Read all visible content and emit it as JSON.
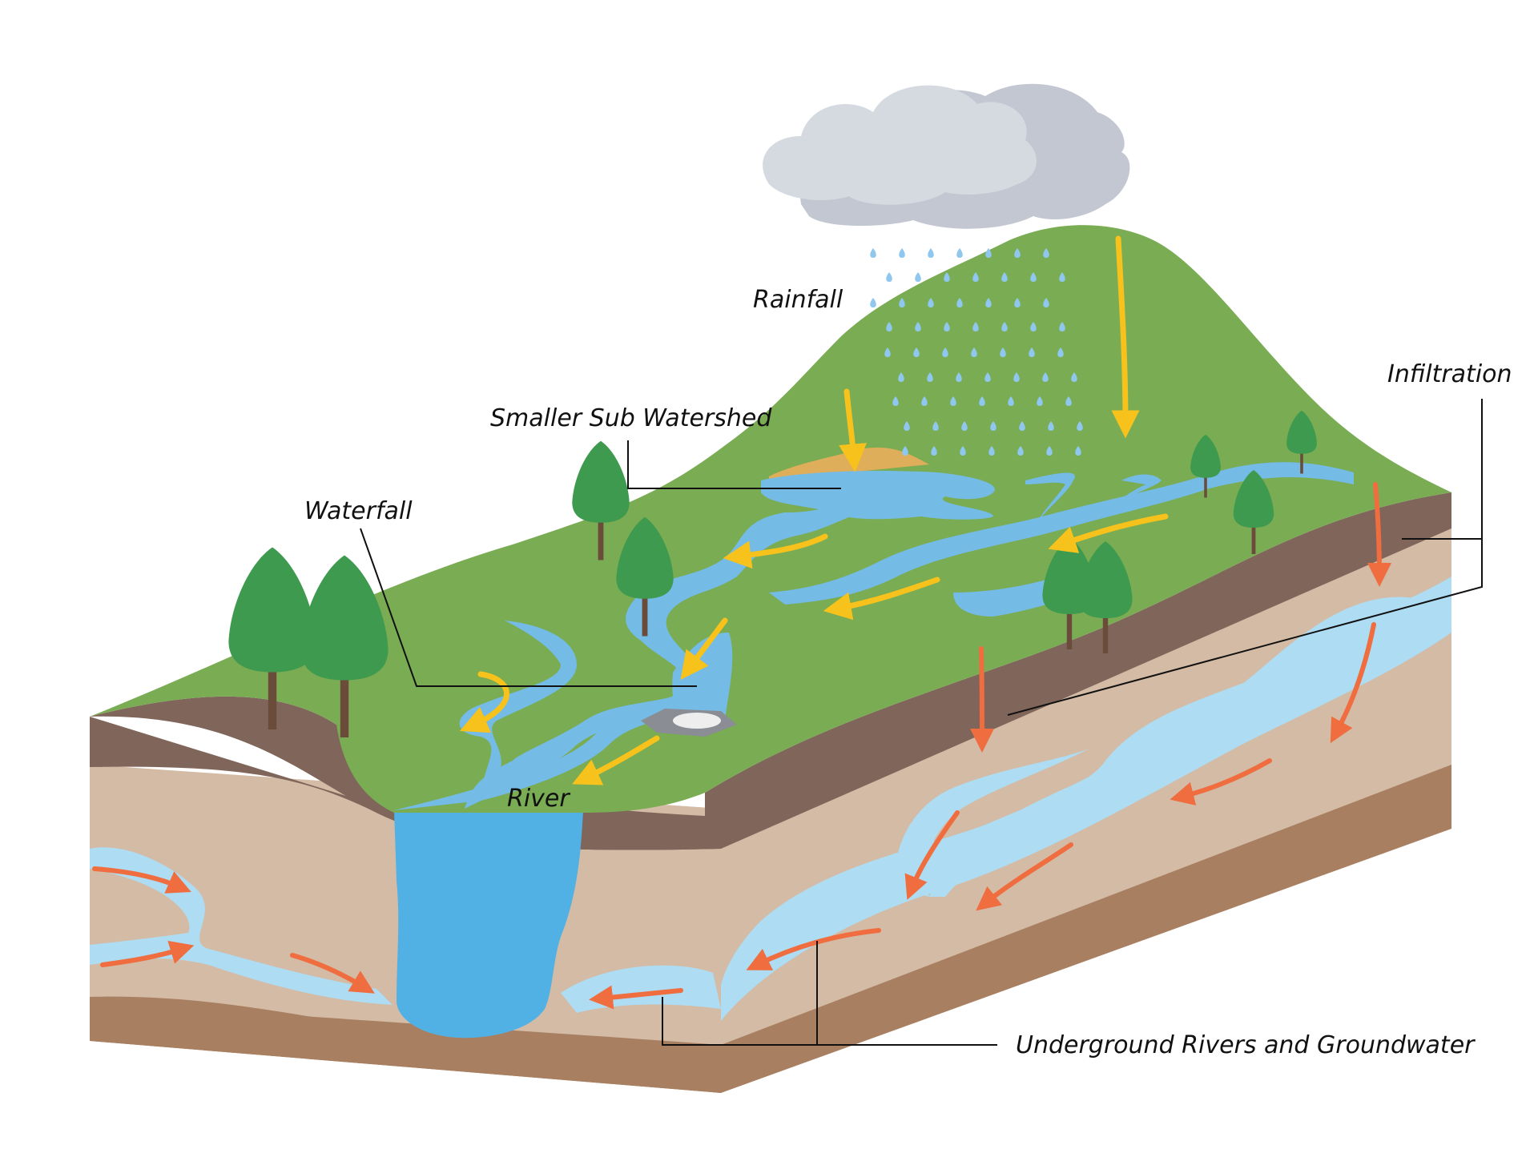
{
  "labels": {
    "rainfall": "Rainfall",
    "infiltration": "Infiltration",
    "sub_watershed": "Smaller Sub Watershed",
    "waterfall": "Waterfall",
    "river": "River",
    "underground": "Underground Rivers and Groundwater"
  },
  "icons": {
    "cloud": "cloud-icon",
    "rain": "raindrop-icon",
    "tree": "tree-icon",
    "surface_flow": "yellow-arrow-icon",
    "ground_flow": "orange-arrow-icon"
  },
  "colors": {
    "grass": "#7aac54",
    "dark_soil": "#7f655a",
    "light_soil": "#d3bba5",
    "deep_soil": "#a87f60",
    "surface_water": "#74bbe6",
    "ground_water": "#aedcf3",
    "lake_water": "#52b1e4",
    "cloud_light": "#d5d9e0",
    "cloud_dark": "#c3c7d2",
    "rain": "#8fc7ee",
    "tree": "#3e9a4e",
    "trunk": "#6b4c3a",
    "surface_arrow": "#f7c21b",
    "ground_arrow": "#ef6d3e"
  }
}
